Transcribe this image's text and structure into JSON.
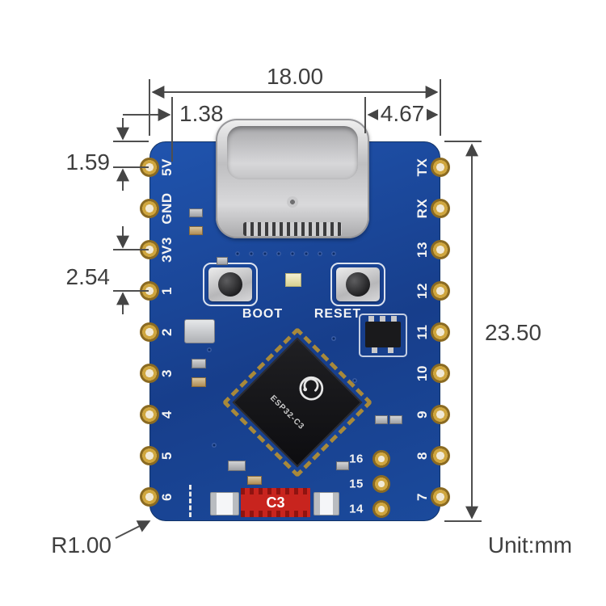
{
  "dimensions": {
    "width": "18.00",
    "offset_left": "1.38",
    "offset_right": "4.67",
    "pin_edge_offset": "1.59",
    "pin_pitch": "2.54",
    "height": "23.50",
    "corner_radius": "R1.00",
    "unit_label": "Unit:mm"
  },
  "board": {
    "left_pins": [
      "5V",
      "GND",
      "3V3",
      "1",
      "2",
      "3",
      "4",
      "5",
      "6"
    ],
    "right_pins": [
      "TX",
      "RX",
      "13",
      "12",
      "11",
      "10",
      "9",
      "8",
      "7"
    ],
    "bottom_pins": [
      "16",
      "15",
      "14"
    ],
    "boot_label": "BOOT",
    "reset_label": "RESET",
    "chip_label": "ESP32-C3",
    "antenna_label": "C3"
  },
  "colors": {
    "pcb_blue": "#1c4da3",
    "pad_gold": "#c9a03d",
    "dimension_gray": "#454545",
    "antenna_red": "#c8241e"
  }
}
